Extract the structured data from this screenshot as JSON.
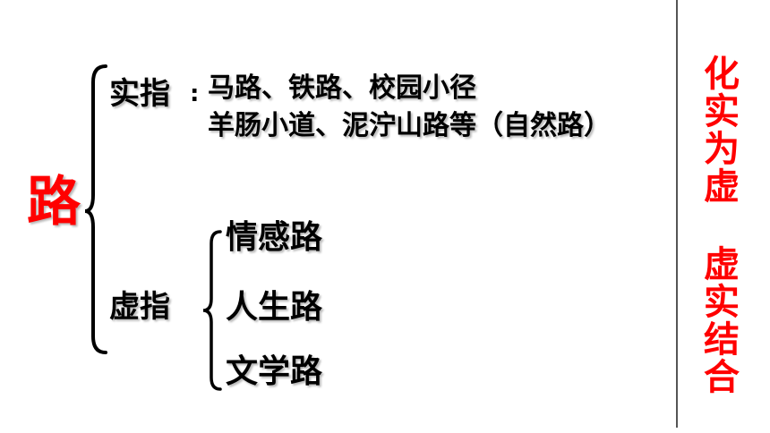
{
  "root": {
    "text": "路",
    "color": "#ff0000"
  },
  "concrete": {
    "label": "实指",
    "colon": ":",
    "line1": "马路、铁路、校园小径",
    "line2": "羊肠小道、泥泞山路等（自然路）"
  },
  "abstract": {
    "label": "虚指",
    "items": [
      "情感路",
      "人生路",
      "文学路"
    ]
  },
  "side": {
    "text1": "化实为虚",
    "text2": "虚实结合",
    "color": "#ff0000"
  }
}
